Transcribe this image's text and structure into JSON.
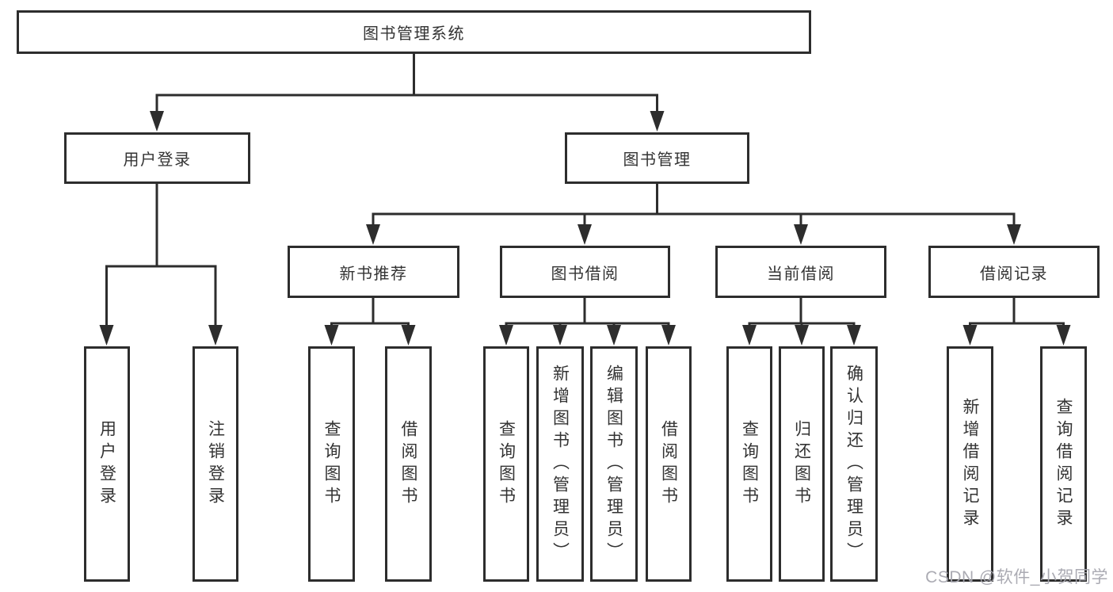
{
  "diagram": {
    "type": "tree",
    "title": "图书管理系统",
    "watermark": "CSDN @软件_小贺同学",
    "colors": {
      "line": "#2d2d2d",
      "border": "#2d2d2d",
      "text": "#333333",
      "background": "#ffffff",
      "watermark": "#a6a6af"
    },
    "tree": {
      "label": "图书管理系统",
      "children": [
        {
          "label": "用户登录",
          "children": [
            {
              "label": "用户登录"
            },
            {
              "label": "注销登录"
            }
          ]
        },
        {
          "label": "图书管理",
          "children": [
            {
              "label": "新书推荐",
              "children": [
                {
                  "label": "查询图书"
                },
                {
                  "label": "借阅图书"
                }
              ]
            },
            {
              "label": "图书借阅",
              "children": [
                {
                  "label": "查询图书"
                },
                {
                  "label": "新增图书（管理员）"
                },
                {
                  "label": "编辑图书（管理员）"
                },
                {
                  "label": "借阅图书"
                }
              ]
            },
            {
              "label": "当前借阅",
              "children": [
                {
                  "label": "查询图书"
                },
                {
                  "label": "归还图书"
                },
                {
                  "label": "确认归还（管理员）"
                }
              ]
            },
            {
              "label": "借阅记录",
              "children": [
                {
                  "label": "新增借阅记录"
                },
                {
                  "label": "查询借阅记录"
                }
              ]
            }
          ]
        }
      ]
    }
  }
}
